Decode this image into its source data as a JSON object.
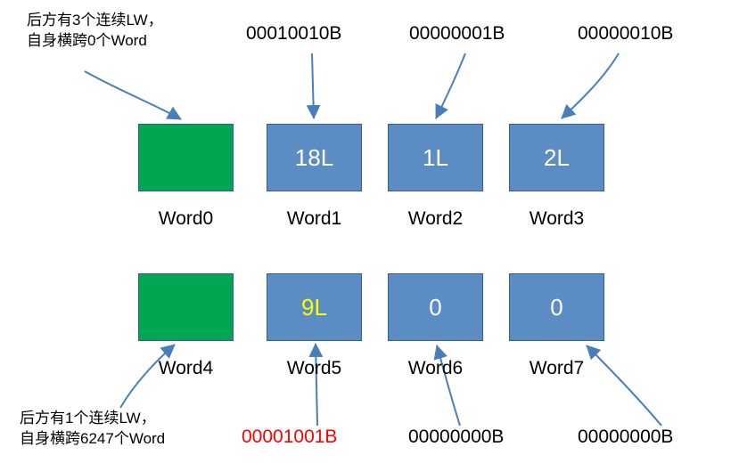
{
  "diagram": {
    "title_note_top": {
      "line1_a": "后方有",
      "line1_n": "3",
      "line1_b": "个连续LW，",
      "line2_a": "自身横跨",
      "line2_n": "0",
      "line2_b": "个Word"
    },
    "title_note_bottom": {
      "line1_a": "后方有",
      "line1_n": "1",
      "line1_b": "个连续LW，",
      "line2_a": "自身横跨",
      "line2_n": "6247",
      "line2_b": "个Word"
    },
    "top_binaries": [
      "00010010B",
      "00000001B",
      "00000010B"
    ],
    "bottom_binaries": [
      "00001001B",
      "00000000B",
      "00000000B"
    ],
    "words": [
      {
        "id": "word0",
        "label": "Word0",
        "value": "",
        "color": "green"
      },
      {
        "id": "word1",
        "label": "Word1",
        "value": "18L",
        "color": "blue"
      },
      {
        "id": "word2",
        "label": "Word2",
        "value": "1L",
        "color": "blue"
      },
      {
        "id": "word3",
        "label": "Word3",
        "value": "2L",
        "color": "blue"
      },
      {
        "id": "word4",
        "label": "Word4",
        "value": "",
        "color": "green"
      },
      {
        "id": "word5",
        "label": "Word5",
        "value": "9L",
        "color": "blue"
      },
      {
        "id": "word6",
        "label": "Word6",
        "value": "0",
        "color": "blue"
      },
      {
        "id": "word7",
        "label": "Word7",
        "value": "0",
        "color": "blue"
      }
    ],
    "colors": {
      "arrow": "#4a7ebb",
      "blue_box": "#5b8cc4",
      "green_box": "#00a651",
      "highlight_text": "#ffff00",
      "red_text": "#ff0000"
    }
  }
}
